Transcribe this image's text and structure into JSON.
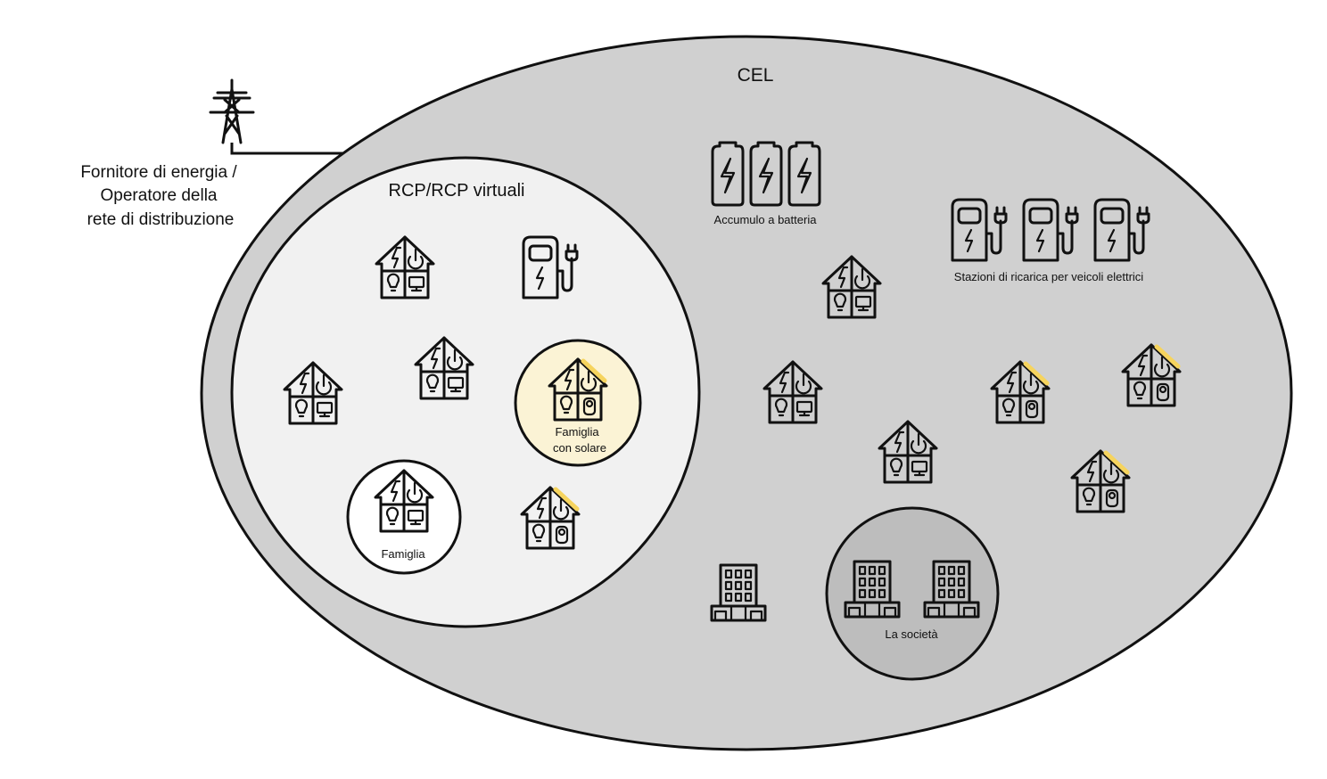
{
  "diagram": {
    "title": "CEL",
    "grid_operator": {
      "label_lines": [
        "Fornitore di energia /",
        "Operatore della",
        "rete di distribuzione"
      ],
      "icon": "power-pylon-icon"
    },
    "rcp_group": {
      "title": "RCP/RCP virtuali",
      "members": [
        {
          "type": "household",
          "icon": "house-icon",
          "solar": false
        },
        {
          "type": "ev-charger",
          "icon": "ev-charger-icon"
        },
        {
          "type": "household",
          "icon": "house-icon",
          "solar": false
        },
        {
          "type": "household",
          "icon": "house-icon",
          "solar": false
        },
        {
          "type": "household-solar",
          "icon": "solar-house-icon",
          "solar": true,
          "label_lines": [
            "Famiglia",
            "con solare"
          ],
          "highlight_color": "#fbf3d5"
        },
        {
          "type": "household",
          "icon": "house-icon",
          "solar": false,
          "label": "Famiglia",
          "highlight_color": "#ffffff"
        },
        {
          "type": "household-solar",
          "icon": "solar-house-icon",
          "solar": true
        }
      ]
    },
    "battery_storage": {
      "label": "Accumulo a batteria",
      "count": 3,
      "icon": "battery-icon"
    },
    "ev_stations": {
      "label": "Stazioni di ricarica per veicoli elettrici",
      "count": 3,
      "icon": "ev-charger-icon"
    },
    "company": {
      "label": "La società",
      "count": 2,
      "icon": "office-building-icon"
    },
    "cel_members": [
      {
        "type": "household",
        "solar": false
      },
      {
        "type": "household",
        "solar": false
      },
      {
        "type": "household",
        "solar": false
      },
      {
        "type": "household-solar",
        "solar": true
      },
      {
        "type": "household-solar",
        "solar": true
      },
      {
        "type": "household-solar",
        "solar": true
      },
      {
        "type": "office-building"
      }
    ],
    "colors": {
      "cel_fill": "#d0d0d0",
      "rcp_fill": "#f1f1f1",
      "company_fill": "#bdbdbd",
      "solar_accent": "#f6d45e",
      "stroke": "#111111"
    }
  }
}
